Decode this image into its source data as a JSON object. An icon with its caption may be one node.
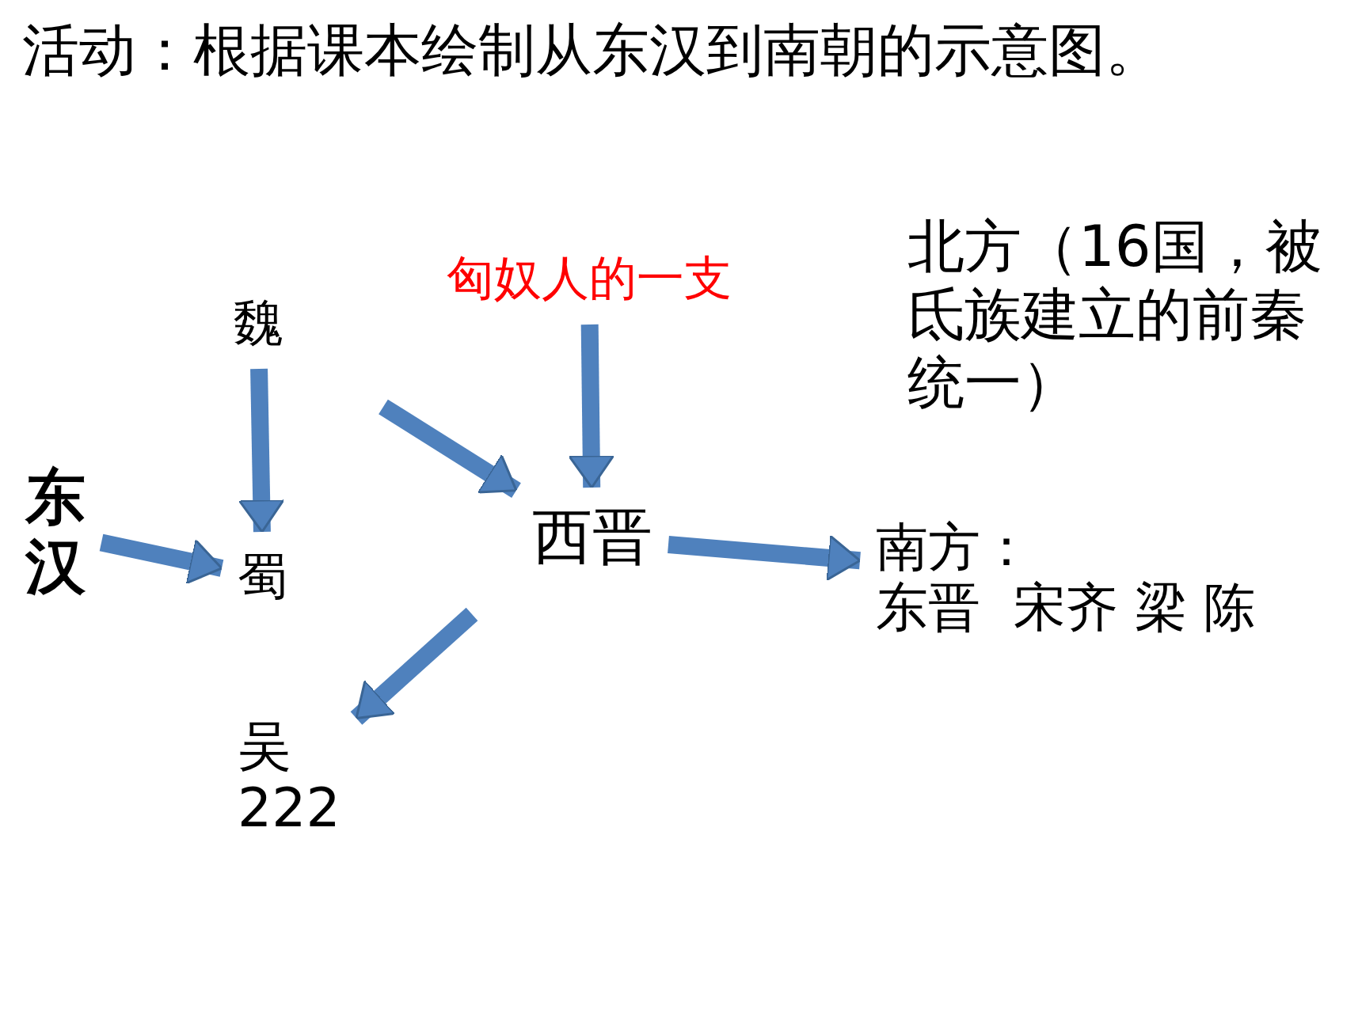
{
  "diagram": {
    "title": "活动：根据课本绘制从东汉到南朝的示意图。",
    "nodes": [
      {
        "text": [
          "东汉"
        ]
      },
      {
        "text": [
          "魏"
        ]
      },
      {
        "text": [
          "蜀"
        ]
      },
      {
        "text": [
          "吴",
          "222"
        ]
      },
      {
        "text": [
          "匈奴人的一支"
        ]
      },
      {
        "text": [
          "西晋"
        ]
      },
      {
        "text": [
          "南方：",
          "东晋  宋齐 梁 陈"
        ]
      }
    ],
    "edges": [
      {
        "from": 0,
        "to": 2,
        "arrow": "to"
      },
      {
        "from": 1,
        "to": 2,
        "arrow": "to"
      },
      {
        "from": null,
        "to": 5,
        "arrow": "to"
      },
      {
        "from": 4,
        "to": 5,
        "arrow": "to"
      },
      {
        "from": 5,
        "to": 6,
        "arrow": "to"
      },
      {
        "from": null,
        "to": 3,
        "arrow": "to"
      }
    ],
    "labels": [
      "北方（16国，被氐族建立的前秦统一）"
    ]
  }
}
